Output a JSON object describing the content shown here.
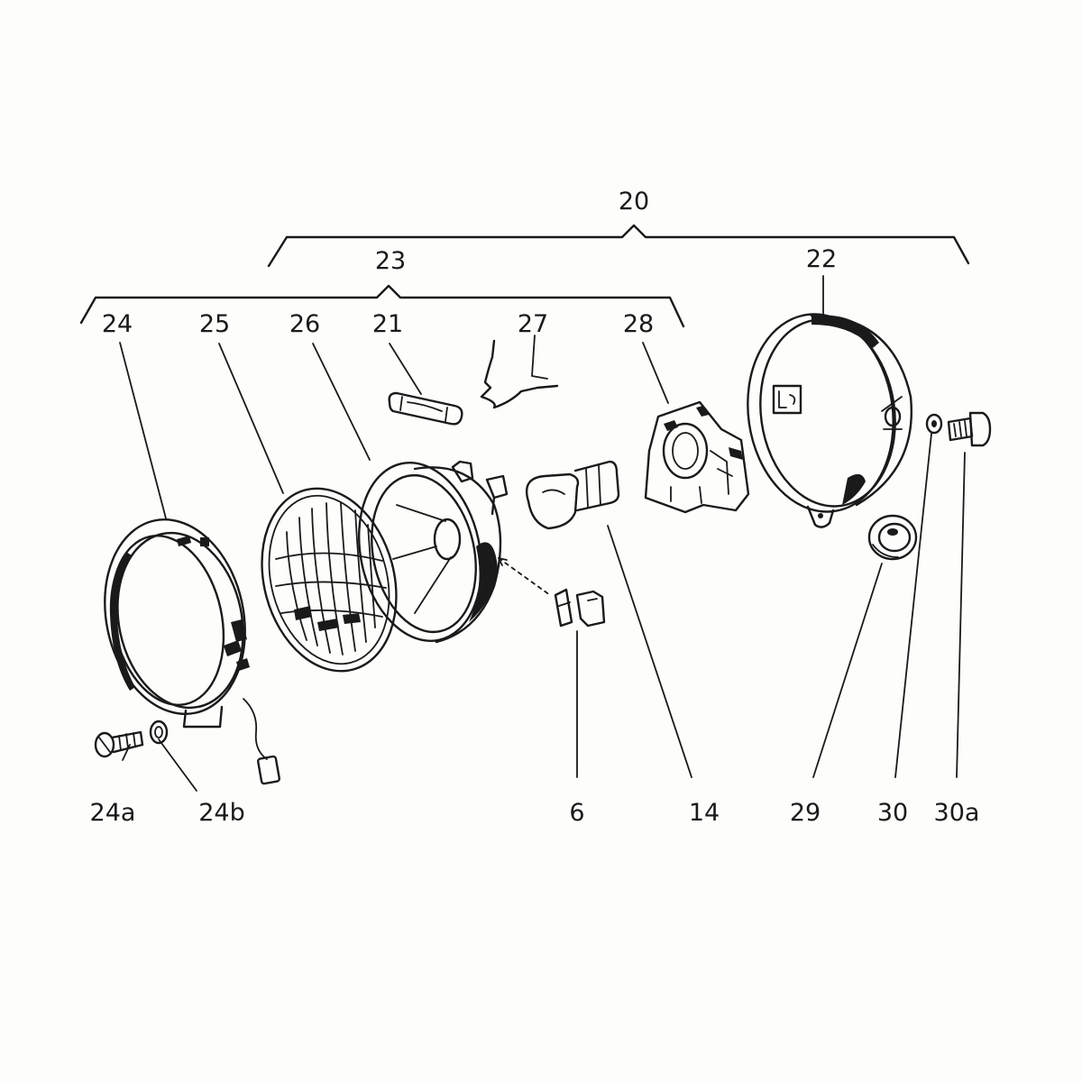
{
  "labels": {
    "l20": "20",
    "l23": "23",
    "l22": "22",
    "l24": "24",
    "l25": "25",
    "l26": "26",
    "l21": "21",
    "l27": "27",
    "l28": "28",
    "l24a": "24a",
    "l24b": "24b",
    "l6": "6",
    "l14": "14",
    "l29": "29",
    "l30": "30",
    "l30a": "30a"
  },
  "icons": {
    "rim": "headlamp-rim-ring",
    "lens": "headlamp-lens",
    "reflector": "reflector-bowl",
    "housing": "headlamp-housing",
    "bulb": "bulb",
    "holder": "bulb-holder",
    "festoon": "festoon-bulb",
    "spring": "wire-spring",
    "clip": "terminal-clip",
    "grommet": "rubber-grommet",
    "washer": "washer",
    "bolt": "bolt",
    "screw": "screw"
  },
  "colors": {
    "ink": "#1a1a1a",
    "paper": "#fdfdfb"
  }
}
